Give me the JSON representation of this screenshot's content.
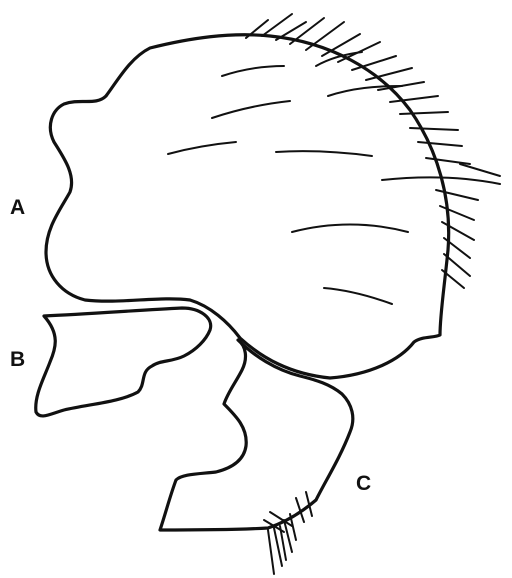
{
  "diagram": {
    "labels": {
      "a": "A",
      "b": "B",
      "c": "C"
    },
    "colors": {
      "ink": "#111111",
      "background": "#ffffff"
    }
  }
}
